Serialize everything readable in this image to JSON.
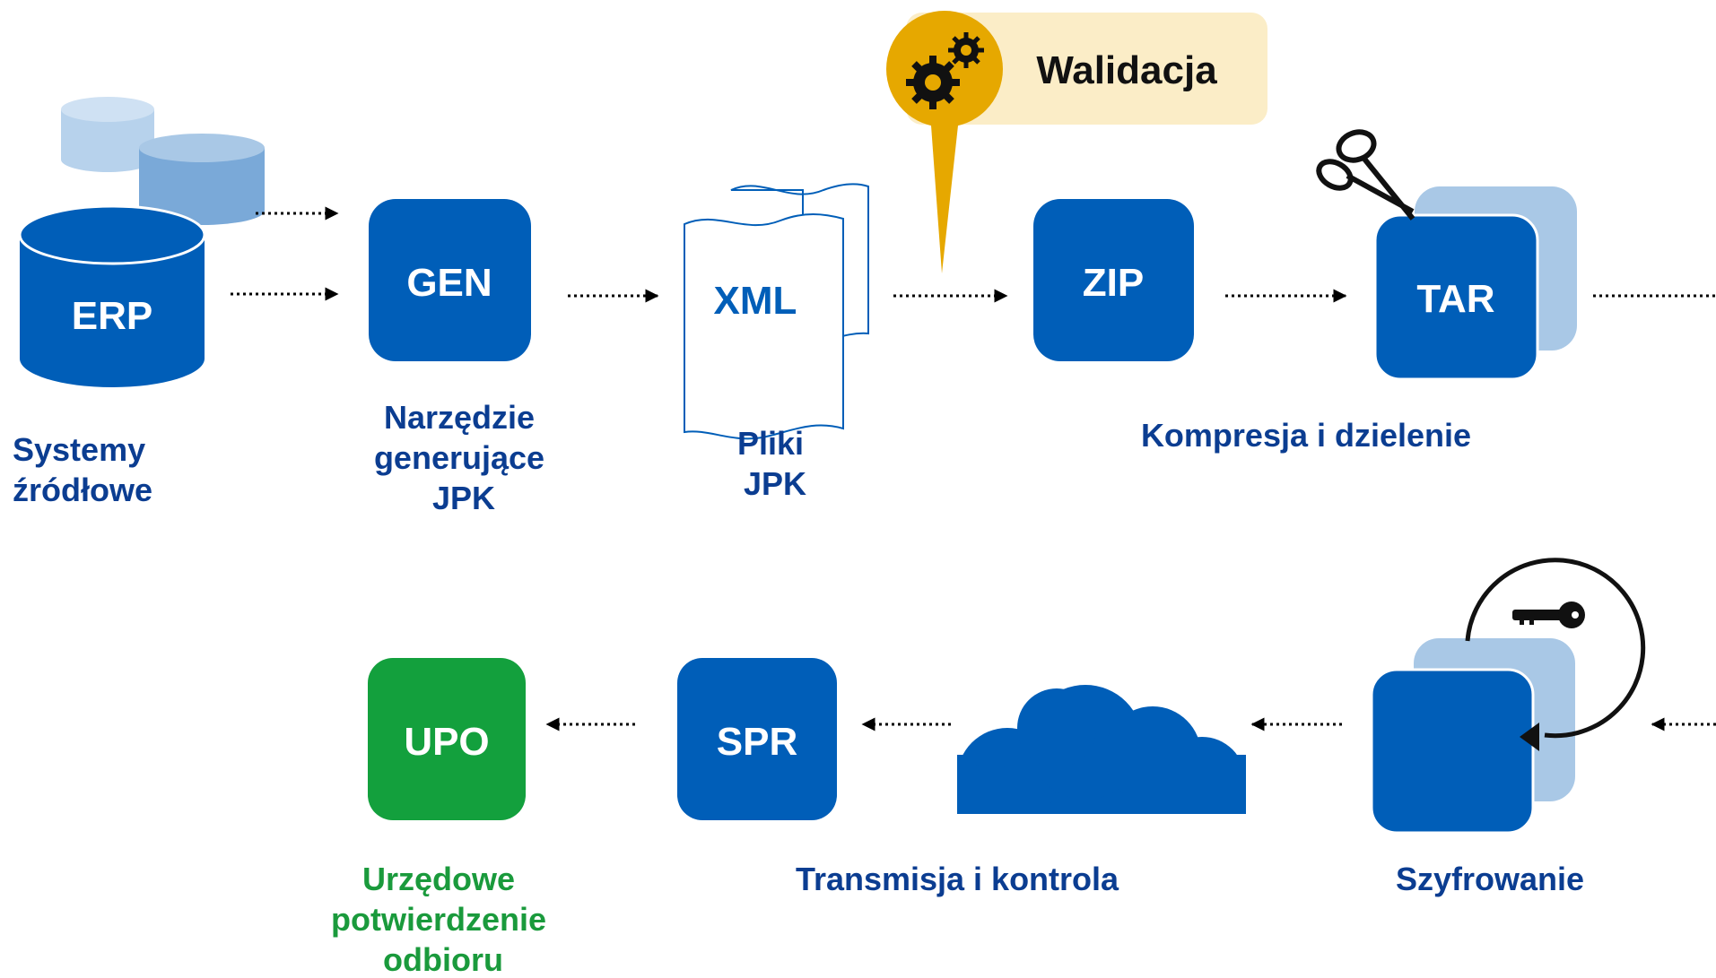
{
  "colors": {
    "node_blue": "#005eb8",
    "node_green": "#13a03d",
    "label_blue": "#0b3d91",
    "label_green": "#1a9a3c",
    "light_blue": "#a9c8e6",
    "mid_blue": "#7aa9d8",
    "gold": "#e6a800",
    "callout_bg": "#fbedc7"
  },
  "top_row": {
    "erp": {
      "label": "ERP",
      "caption": [
        "Systemy",
        "źródłowe"
      ]
    },
    "gen": {
      "label": "GEN",
      "caption": [
        "Narzędzie",
        "generujące",
        "JPK"
      ]
    },
    "xml": {
      "label": "XML",
      "caption": [
        "Pliki",
        "JPK"
      ]
    },
    "zip": {
      "label": "ZIP"
    },
    "tar": {
      "label": "TAR"
    },
    "compression_caption": "Kompresja i dzielenie",
    "validation": {
      "label": "Walidacja",
      "icon": "gears-icon"
    }
  },
  "bottom_row": {
    "upo": {
      "label": "UPO",
      "caption": [
        "Urzędowe",
        "potwierdzenie",
        "odbioru"
      ]
    },
    "spr": {
      "label": "SPR"
    },
    "transmission_caption": "Transmisja i kontrola",
    "cloud_icon": "cloud-icon",
    "encryption_caption": "Szyfrowanie",
    "key_icon": "key-icon"
  },
  "icons": [
    "database-icon",
    "scissors-icon",
    "gears-icon",
    "cloud-icon",
    "key-icon",
    "arrow-icon"
  ]
}
